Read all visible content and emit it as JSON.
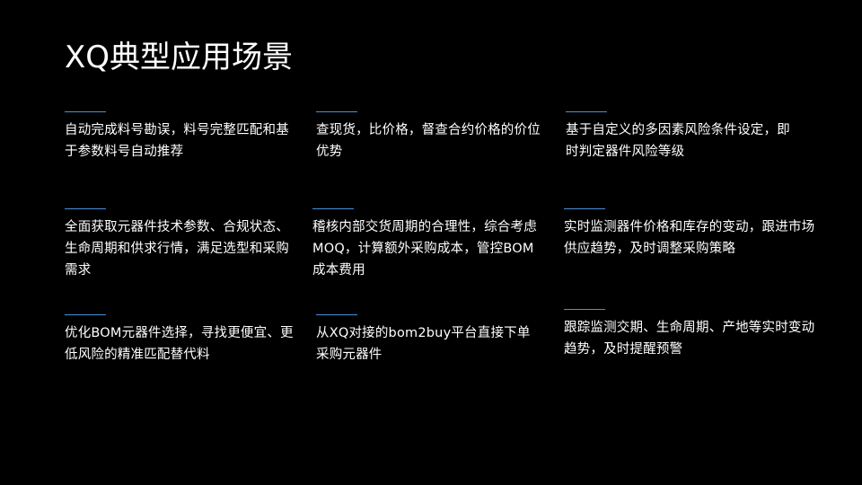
{
  "slide": {
    "title": "XQ典型应用场景",
    "accent_color": "#4a90d9",
    "background_color": "#000000"
  },
  "cards": [
    {
      "text": "自动完成料号勘误，料号完整匹配和基于参数料号自动推荐"
    },
    {
      "text": "查现货，比价格，督查合约价格的价位优势"
    },
    {
      "text": "基于自定义的多因素风险条件设定，即时判定器件风险等级"
    },
    {
      "text": "全面获取元器件技术参数、合规状态、生命周期和供求行情，满足选型和采购需求"
    },
    {
      "text": "稽核内部交货周期的合理性，综合考虑MOQ，计算额外采购成本，管控BOM成本费用"
    },
    {
      "text": "实时监测器件价格和库存的变动，跟进市场供应趋势，及时调整采购策略"
    },
    {
      "text": "优化BOM元器件选择，寻找更便宜、更低风险的精准匹配替代料"
    },
    {
      "text": "从XQ对接的bom2buy平台直接下单采购元器件"
    },
    {
      "text": "跟踪监测交期、生命周期、产地等实时变动趋势，及时提醒预警"
    }
  ]
}
